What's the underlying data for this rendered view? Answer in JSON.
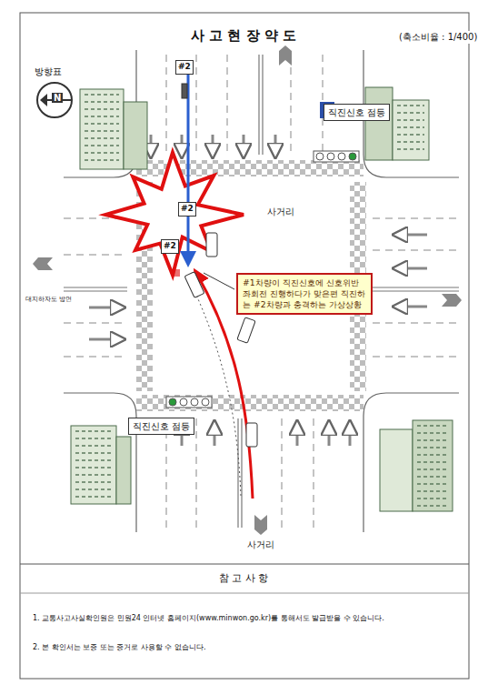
{
  "diagram": {
    "title": "사 고 현 장 약 도",
    "nodes": [
      {
        "text": [
          "#2"
        ]
      },
      {
        "text": [
          "직진신호 점등"
        ]
      },
      {
        "text": [
          "#2"
        ]
      },
      {
        "text": [
          "#2"
        ]
      },
      {
        "text": [
          "#1차량이 직진신호에 신호위반 좌회전 진행하다가 맞은편 직진하는 #2차량과 충격하는 가상상황"
        ]
      },
      {
        "text": [
          "직진신호 점등"
        ]
      }
    ],
    "labels": [
      "(축소비율 : 1/400)",
      "방향표",
      "N",
      "사거리",
      "대지하자도 방면",
      "사거리",
      "참 고 사 항",
      "1. 교통사고사실확인원은 민원24 인터넷 홈페이지(www.minwon.go.kr)를 통해서도 발급받을 수 있습니다.",
      "2. 본 확인서는 보증 또는 증거로 사용할 수 없습니다."
    ]
  }
}
